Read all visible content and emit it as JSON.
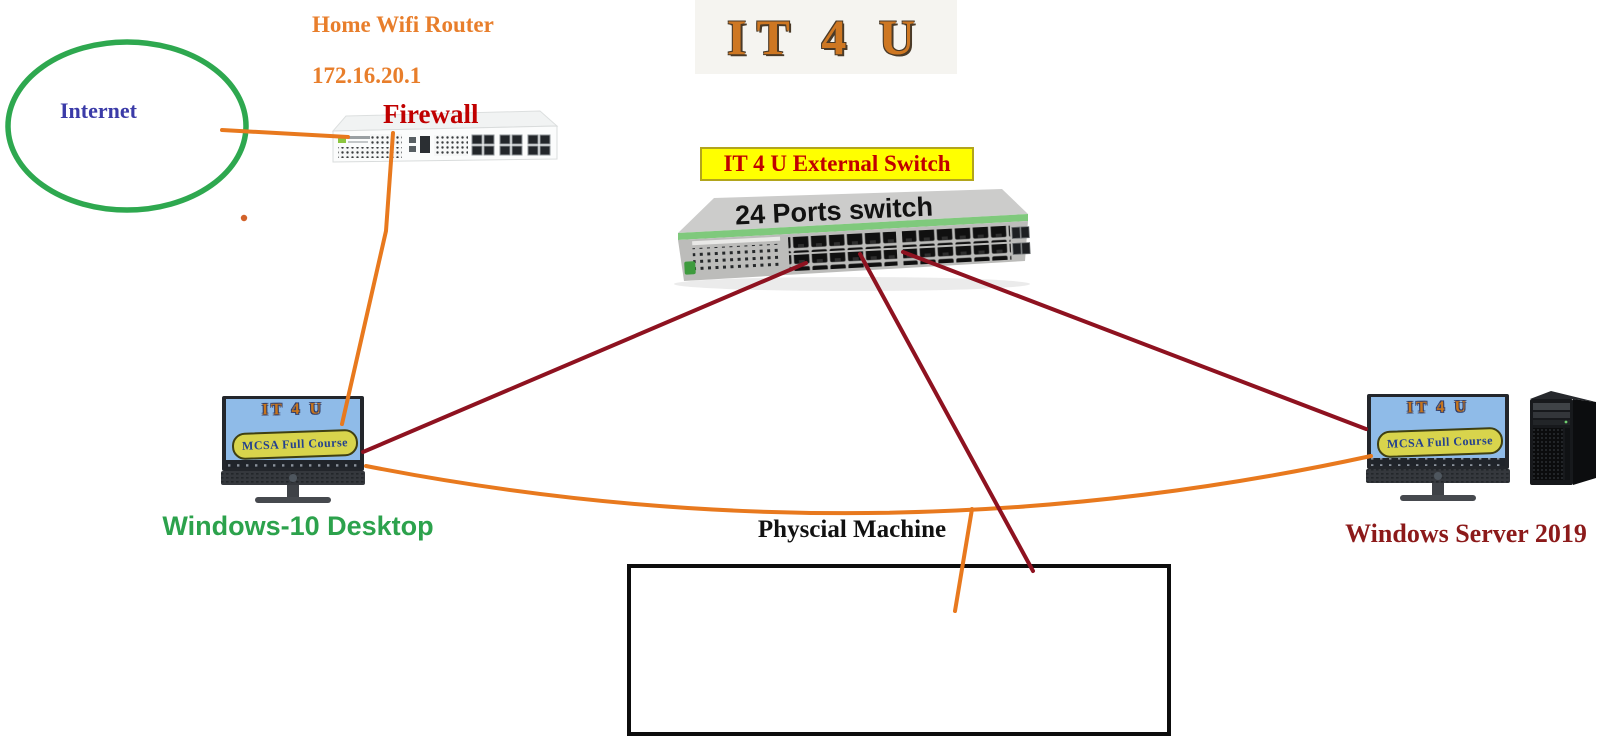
{
  "logo": {
    "text": "IT 4 U"
  },
  "internet": {
    "label": "Internet"
  },
  "home_router": {
    "title": "Home Wifi Router",
    "ip": "172.16.20.1"
  },
  "firewall": {
    "label": "Firewall"
  },
  "external_switch": {
    "banner": "IT 4 U External Switch",
    "caption": "24 Ports switch"
  },
  "windows_desktop": {
    "label": "Windows-10 Desktop",
    "screen_logo": "IT 4 U",
    "screen_banner": "MCSA Full Course"
  },
  "windows_server": {
    "label": "Windows Server 2019",
    "screen_logo": "IT 4 U",
    "screen_banner": "MCSA Full Course"
  },
  "physical_machine": {
    "label": "Physcial Machine"
  },
  "colors": {
    "orange_line": "#E8791E",
    "maroon_line": "#8E1220",
    "internet_ellipse_green": "#2EA84F",
    "internet_text_blue": "#3B3BA8",
    "orange_text": "#E87E2B",
    "red_text": "#C00000",
    "banner_yellow": "#FFFF00",
    "desktop_label_green": "#2CA24C",
    "server_label_maroon": "#8C1A1A",
    "screen_blue": "#8FBBE8",
    "logo_orange": "#CE7722"
  }
}
